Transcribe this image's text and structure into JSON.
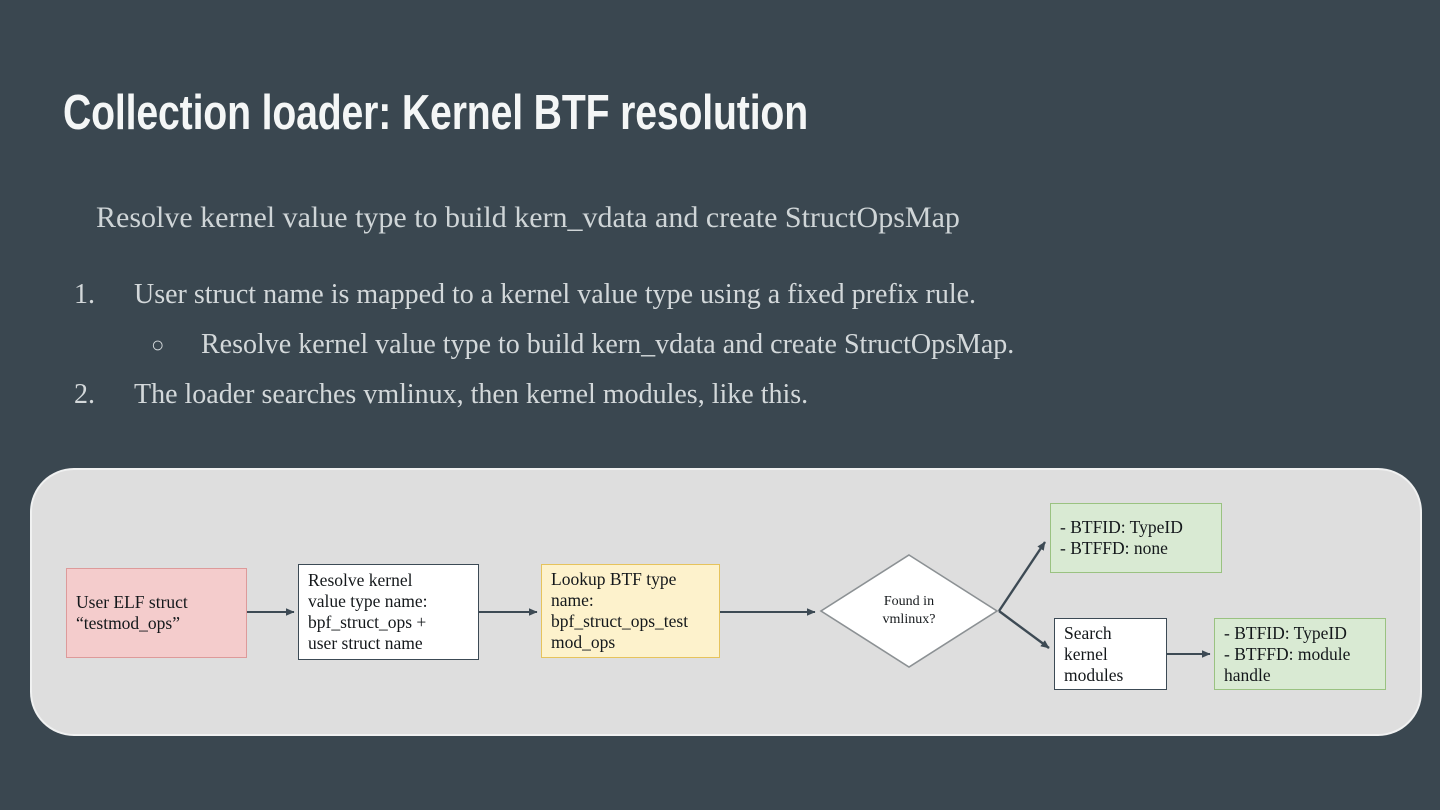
{
  "slide": {
    "title": "Collection loader: Kernel BTF resolution",
    "subtitle": "Resolve kernel value type to build kern_vdata and create StructOpsMap",
    "background_color": "#3a4750",
    "title_color": "#f4f6f6",
    "body_color": "#d3d8da"
  },
  "bullets": [
    {
      "marker": "1.",
      "level": 1,
      "text": "User struct name is mapped to a kernel value type using a fixed prefix rule."
    },
    {
      "marker": "○",
      "level": 2,
      "text": "Resolve kernel value type to build kern_vdata and create StructOpsMap."
    },
    {
      "marker": "2.",
      "level": 1,
      "text": "The loader searches vmlinux, then kernel modules, like this."
    }
  ],
  "diagram": {
    "panel_color": "#dedede",
    "arrow_color": "#3d4a54",
    "nodes": {
      "user_elf": {
        "text": "User ELF struct\n“testmod_ops”",
        "fill": "#f4cccc",
        "border": "#dd9a9a"
      },
      "resolve": {
        "text": "Resolve kernel\nvalue type name:\nbpf_struct_ops +\nuser struct name",
        "fill": "#ffffff",
        "border": "#3c4a55"
      },
      "lookup": {
        "text": "Lookup BTF type\nname:\nbpf_struct_ops_test\nmod_ops",
        "fill": "#fdf2cc",
        "border": "#e6c35c"
      },
      "decision": {
        "text": "Found in\nvmlinux?",
        "fill": "#ffffff",
        "border": "#8c9194"
      },
      "green_top": {
        "text": "- BTFID: TypeID\n- BTFFD: none",
        "fill": "#d9ead3",
        "border": "#9ac281"
      },
      "search_modules": {
        "text": "Search\nkernel\nmodules",
        "fill": "#ffffff",
        "border": "#3c4a55"
      },
      "green_bottom": {
        "text": "- BTFID: TypeID\n- BTFFD: module\nhandle",
        "fill": "#d9ead3",
        "border": "#9ac281"
      }
    }
  }
}
